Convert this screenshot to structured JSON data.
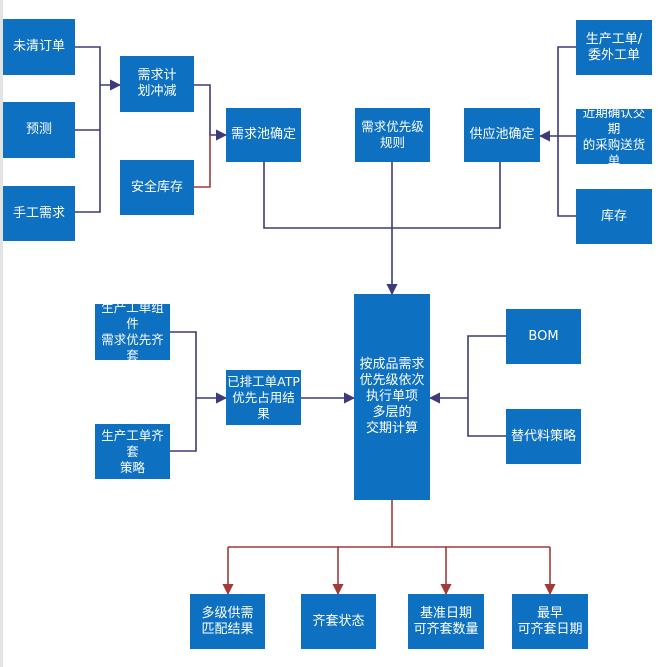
{
  "colors": {
    "box_fill": "#0e70c0",
    "box_text": "#ffffff",
    "connector_navy": "#3c3a78",
    "connector_red": "#a23a3a"
  },
  "nodes": {
    "unfilled_orders": "未清订单",
    "forecast": "预测",
    "manual_demand": "手工需求",
    "demand_offset": "需求计\n划冲减",
    "safety_stock": "安全库存",
    "demand_pool": "需求池确定",
    "demand_priority": "需求优先级规则",
    "supply_pool": "供应池确定",
    "work_orders": "生产工单/\n委外工单",
    "confirmed_deliveries": "近期确认交期\n的采购送货单",
    "inventory": "库存",
    "wo_component_priority": "生产工单组件\n需求优先齐套",
    "wo_kitting_strategy": "生产工单齐套\n策略",
    "scheduled_wo_atp": "已排工单ATP\n优先占用结果",
    "central_calc": "按成品需求\n优先级依次\n执行单项\n多层的\n交期计算",
    "bom": "BOM",
    "substitute_strategy": "替代料策略",
    "multi_level_result": "多级供需\n匹配结果",
    "kitting_status": "齐套状态",
    "baseline_qty": "基准日期\n可齐套数量",
    "earliest_date": "最早\n可齐套日期"
  }
}
